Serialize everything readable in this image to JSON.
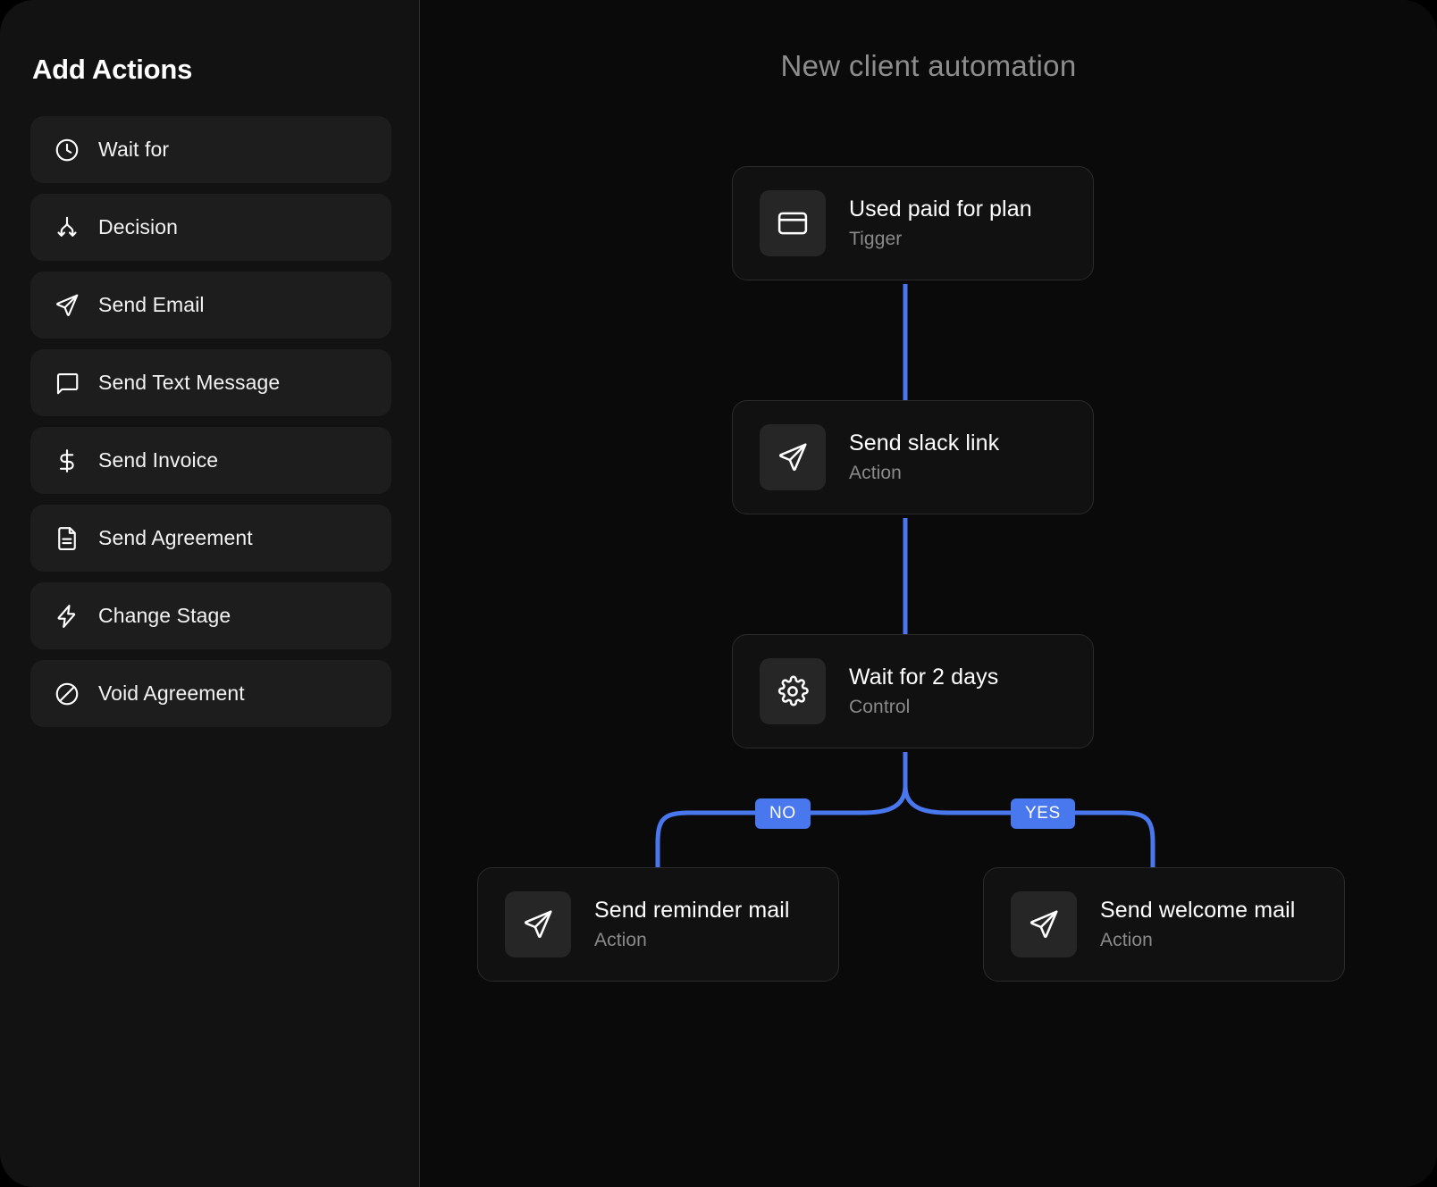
{
  "sidebar": {
    "title": "Add Actions",
    "items": [
      {
        "label": "Wait for",
        "icon": "clock-icon"
      },
      {
        "label": "Decision",
        "icon": "decision-fork-icon"
      },
      {
        "label": "Send Email",
        "icon": "paper-plane-icon"
      },
      {
        "label": "Send Text Message",
        "icon": "chat-bubble-icon"
      },
      {
        "label": "Send Invoice",
        "icon": "dollar-sign-icon"
      },
      {
        "label": "Send Agreement",
        "icon": "document-icon"
      },
      {
        "label": "Change Stage",
        "icon": "lightning-bolt-icon"
      },
      {
        "label": "Void Agreement",
        "icon": "prohibited-icon"
      }
    ]
  },
  "canvas": {
    "title": "New client automation",
    "accent_color": "#4877ee",
    "nodes": [
      {
        "id": "trigger",
        "title": "Used paid for plan",
        "subtitle": "Tigger",
        "icon": "credit-card-icon"
      },
      {
        "id": "slack",
        "title": "Send slack link",
        "subtitle": "Action",
        "icon": "paper-plane-icon"
      },
      {
        "id": "wait",
        "title": "Wait for 2 days",
        "subtitle": "Control",
        "icon": "gear-icon"
      },
      {
        "id": "reminder",
        "title": "Send reminder mail",
        "subtitle": "Action",
        "icon": "paper-plane-icon"
      },
      {
        "id": "welcome",
        "title": "Send welcome mail",
        "subtitle": "Action",
        "icon": "paper-plane-icon"
      }
    ],
    "branches": [
      {
        "id": "no",
        "label": "NO"
      },
      {
        "id": "yes",
        "label": "YES"
      }
    ]
  }
}
